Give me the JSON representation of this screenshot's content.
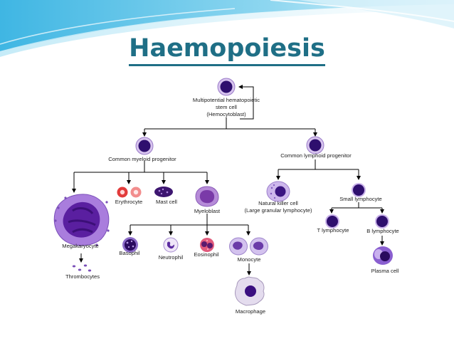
{
  "slide": {
    "title": "Haemopoiesis",
    "colors": {
      "title": "#1f6f86",
      "swoosh": "#5fc4e6",
      "nucleus": "#3a1a7a",
      "cytoplasm": "#c7aee6",
      "line": "#000000"
    }
  },
  "diagram": {
    "nodes": {
      "stem": {
        "label_lines": [
          "Multipotential hematopoietic",
          "stem cell",
          "(Hemocytoblast)"
        ]
      },
      "myeloid": {
        "label": "Common myeloid progenitor"
      },
      "lymphoid": {
        "label": "Common lymphoid progenitor"
      },
      "megakaryocyte": {
        "label": "Megakaryocyte"
      },
      "thrombocytes": {
        "label": "Thrombocytes"
      },
      "erythrocyte": {
        "label": "Erythrocyte"
      },
      "mast_cell": {
        "label": "Mast cell"
      },
      "myeloblast": {
        "label": "Myeloblast"
      },
      "basophil": {
        "label": "Basophil"
      },
      "neutrophil": {
        "label": "Neutrophil"
      },
      "eosinophil": {
        "label": "Eosinophil"
      },
      "monocyte": {
        "label": "Monocyte"
      },
      "macrophage": {
        "label": "Macrophage"
      },
      "nk_cell": {
        "label_lines": [
          "Natural killer cell",
          "(Large granular lymphocyte)"
        ]
      },
      "small_lymphocyte": {
        "label": "Small lymphocyte"
      },
      "t_lymphocyte": {
        "label": "T lymphocyte"
      },
      "b_lymphocyte": {
        "label": "B lymphocyte"
      },
      "plasma_cell": {
        "label": "Plasma cell"
      }
    }
  }
}
